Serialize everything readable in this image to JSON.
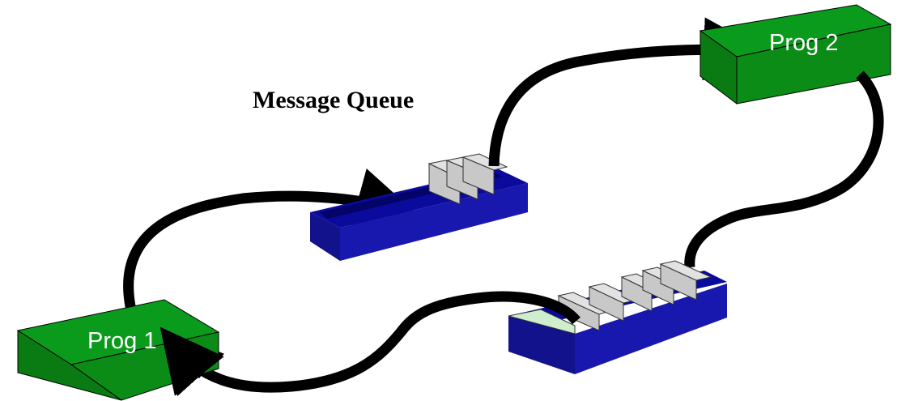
{
  "title": "Message Queue",
  "programs": {
    "prog1": {
      "label": "Prog 1"
    },
    "prog2": {
      "label": "Prog 2"
    }
  },
  "colors": {
    "program_top": "#0b9b1c",
    "program_side": "#0a7a12",
    "queue_top": "#0a0a9c",
    "queue_side": "#1818ae",
    "queue_dark": "#030368",
    "message": "#c8c8c8",
    "message_side": "#a8a8a8",
    "new_message": "#cfeecf",
    "arrow": "#000000"
  }
}
